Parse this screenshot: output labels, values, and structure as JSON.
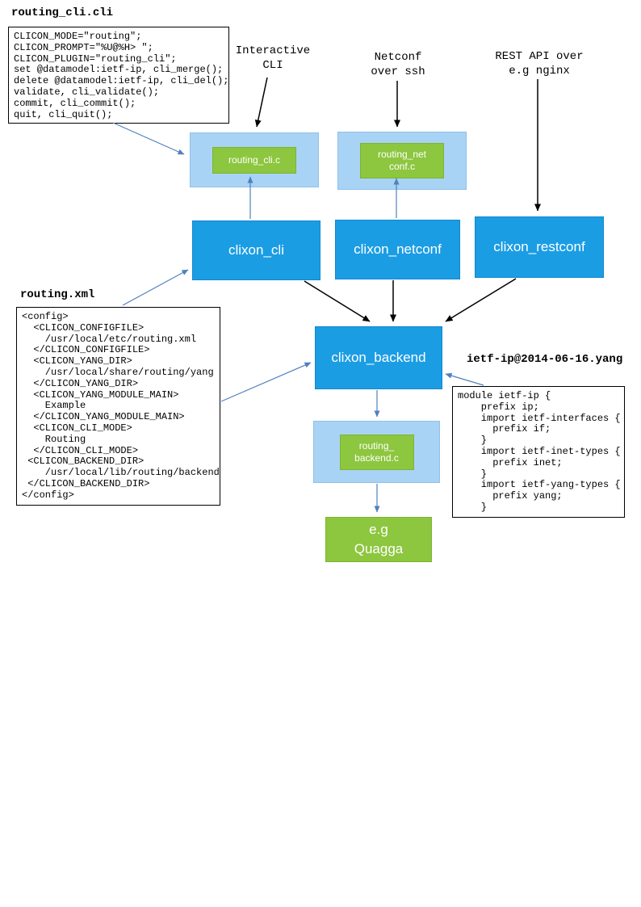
{
  "files": {
    "cli_spec": {
      "title": "routing_cli.cli",
      "code": "CLICON_MODE=\"routing\";\nCLICON_PROMPT=\"%U@%H> \";\nCLICON_PLUGIN=\"routing_cli\";\nset @datamodel:ietf-ip, cli_merge();\ndelete @datamodel:ietf-ip, cli_del();\nvalidate, cli_validate();\ncommit, cli_commit();\nquit, cli_quit();"
    },
    "config_xml": {
      "title": "routing.xml",
      "code": "<config>\n  <CLICON_CONFIGFILE>\n    /usr/local/etc/routing.xml\n  </CLICON_CONFIGFILE>\n  <CLICON_YANG_DIR>\n    /usr/local/share/routing/yang\n  </CLICON_YANG_DIR>\n  <CLICON_YANG_MODULE_MAIN>\n    Example\n  </CLICON_YANG_MODULE_MAIN>\n  <CLICON_CLI_MODE>\n    Routing\n  </CLICON_CLI_MODE>\n <CLICON_BACKEND_DIR>\n    /usr/local/lib/routing/backend\n </CLICON_BACKEND_DIR>\n</config>"
    },
    "yang_module": {
      "title": "ietf-ip@2014-06-16.yang",
      "code": "module ietf-ip {\n    prefix ip;\n    import ietf-interfaces {\n      prefix if;\n    }\n    import ietf-inet-types {\n      prefix inet;\n    }\n    import ietf-yang-types {\n      prefix yang;\n    }"
    }
  },
  "annotations": {
    "interactive_cli": "Interactive\nCLI",
    "netconf_over_ssh": "Netconf\nover ssh",
    "rest_api": "REST API over\ne.g nginx"
  },
  "nodes": {
    "clixon_cli": "clixon_cli",
    "clixon_netconf": "clixon_netconf",
    "clixon_restconf": "clixon_restconf",
    "clixon_backend": "clixon_backend",
    "routing_cli_plugin": "routing_cli.c",
    "routing_netconf_plugin": "routing_net\nconf.c",
    "routing_backend_plugin": "routing_\nbackend.c",
    "quagga": "e.g\nQuagga"
  },
  "colors": {
    "process_box": "#1b9de4",
    "plugin_container": "#a9d3f4",
    "plugin_box": "#8dc63f",
    "connector_blue": "#4f81bd",
    "connector_black": "#000000"
  }
}
